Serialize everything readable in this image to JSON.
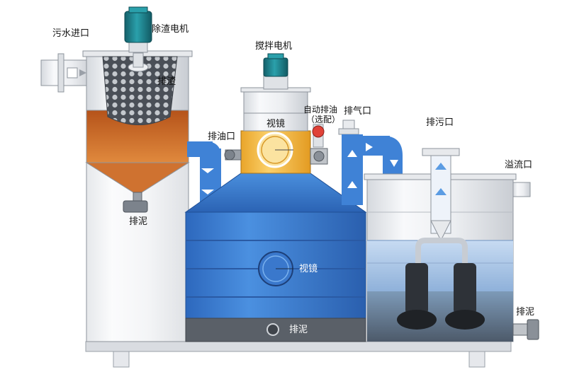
{
  "labels": {
    "inlet": "污水进口",
    "slag_motor": "除渣电机",
    "slag_out": "排渣",
    "sludge_left": "排泥",
    "oil_out": "排油口",
    "mixer_motor": "搅拌电机",
    "sight_glass_top": "视镜",
    "auto_oil_line1": "自动排油",
    "auto_oil_line2": "（选配）",
    "vent": "排气口",
    "sight_glass_mid": "视镜",
    "sludge_mid": "排泥",
    "discharge": "排污口",
    "overflow": "溢流口",
    "sludge_right": "排泥"
  },
  "colors": {
    "blue_tank": "#3f82d6",
    "blue_dark": "#2a5fae",
    "rust": "#c8631f",
    "orange_oil": "#f0b437",
    "motor_teal": "#1f7c86",
    "frame_gray": "#d8dbe0",
    "sludge_gray": "#555b63"
  }
}
